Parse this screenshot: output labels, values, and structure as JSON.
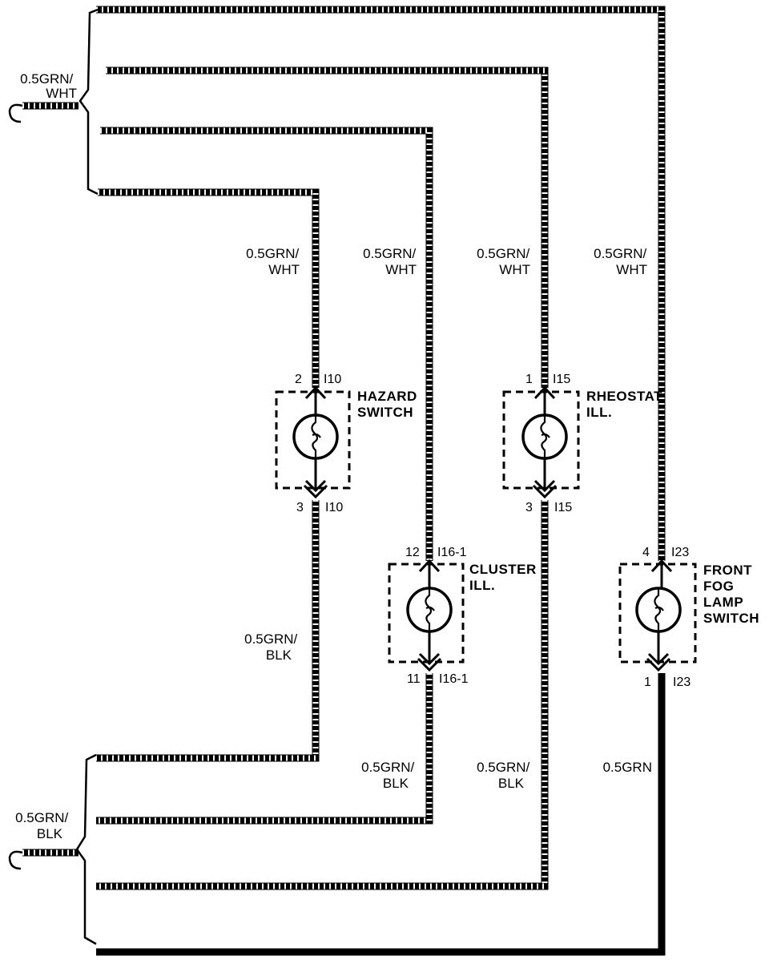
{
  "wires": {
    "grn_wht": "0.5GRN/\nWHT",
    "grn_blk": "0.5GRN/\nBLK",
    "grn": "0.5GRN"
  },
  "components": [
    {
      "id": "hazard",
      "name": "HAZARD\nSWITCH",
      "in_pin": "2",
      "in_conn": "I10",
      "out_pin": "3",
      "out_conn": "I10"
    },
    {
      "id": "cluster",
      "name": "CLUSTER\nILL.",
      "in_pin": "12",
      "in_conn": "I16-1",
      "out_pin": "11",
      "out_conn": "I16-1"
    },
    {
      "id": "rheostat",
      "name": "RHEOSTAT\nILL.",
      "in_pin": "1",
      "in_conn": "I15",
      "out_pin": "3",
      "out_conn": "I15"
    },
    {
      "id": "foglamp",
      "name": "FRONT\nFOG\nLAMP\nSWITCH",
      "in_pin": "4",
      "in_conn": "I23",
      "out_pin": "1",
      "out_conn": "I23"
    }
  ]
}
